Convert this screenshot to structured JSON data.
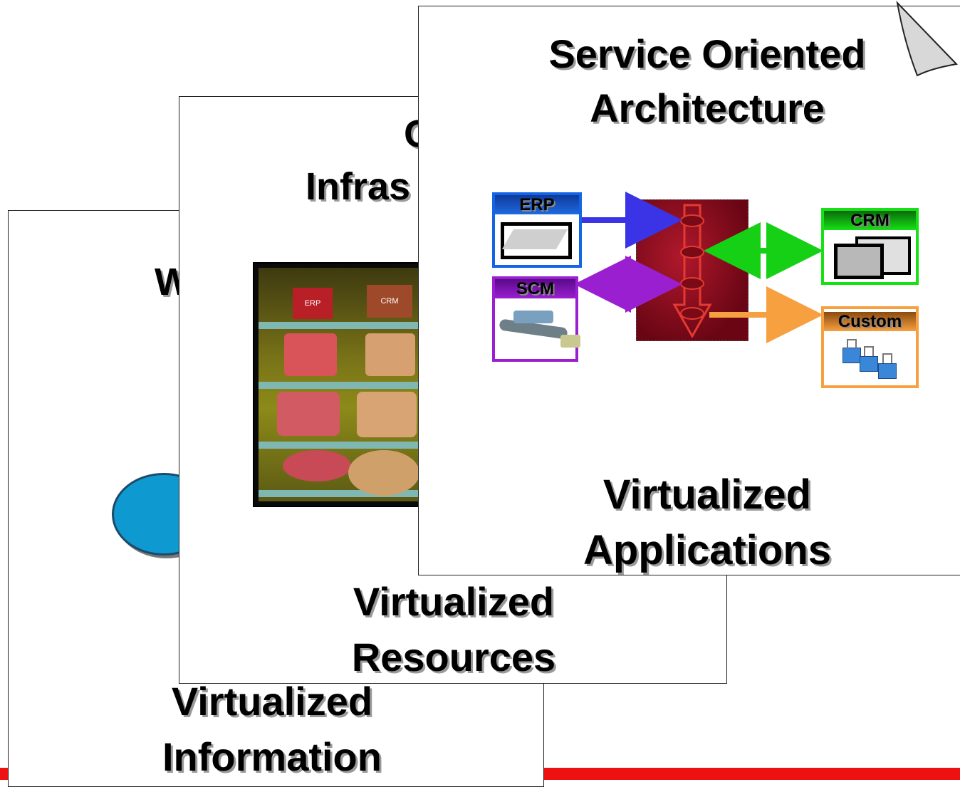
{
  "cards": {
    "information": {
      "title_fragment": "W",
      "caption": [
        "Virtualized",
        "Information"
      ]
    },
    "resources": {
      "title": [
        "G",
        "Infras"
      ],
      "caption": [
        "Virtualized",
        "Resources"
      ],
      "shelf_labels": [
        "ERP",
        "CRM"
      ]
    },
    "soa": {
      "title": [
        "Service Oriented",
        "Architecture"
      ],
      "caption": [
        "Virtualized",
        "Applications"
      ]
    }
  },
  "apps": {
    "erp": {
      "label": "ERP",
      "color": "#1464e6"
    },
    "scm": {
      "label": "SCM",
      "color": "#9a1fd0"
    },
    "crm": {
      "label": "CRM",
      "color": "#16e016"
    },
    "custom": {
      "label": "Custom",
      "color": "#f7a040"
    }
  },
  "colors": {
    "bus": "#8a0a1e",
    "bottom_bar": "#ee1111"
  }
}
